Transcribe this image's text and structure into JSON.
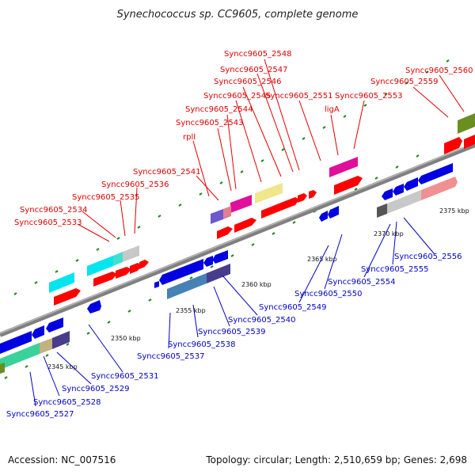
{
  "title": "Synechococcus sp. CC9605, complete genome",
  "footer": {
    "accession": "Accession: NC_007516",
    "info": "Topology: circular; Length: 2,510,659 bp; Genes: 2,698"
  },
  "colors": {
    "forward": "#ff0000",
    "reverse": "#0000e0",
    "axis": "#808080",
    "ticks": "#1a8a1a",
    "label_top": "#e00000",
    "label_bottom": "#0000c8"
  },
  "scale_labels": [
    "2345 kbp",
    "2350 kbp",
    "2355 kbp",
    "2360 kbp",
    "2365 kbp",
    "2370 kbp",
    "2375 kbp"
  ],
  "top_labels": [
    "Syncc9605_2533",
    "Syncc9605_2534",
    "Syncc9605_2535",
    "Syncc9605_2536",
    "Syncc9605_2541",
    "rplI",
    "Syncc9605_2543",
    "Syncc9605_2544",
    "Syncc9605_2545",
    "Syncc9605_2546",
    "Syncc9605_2547",
    "Syncc9605_2548",
    "Syncc9605_2551",
    "ligA",
    "Syncc9605_2553",
    "Syncc9605_2559",
    "Syncc9605_2560"
  ],
  "bottom_labels": [
    "Syncc9605_2527",
    "Syncc9605_2528",
    "Syncc9605_2529",
    "Syncc9605_2531",
    "Syncc9605_2537",
    "Syncc9605_2538",
    "Syncc9605_2539",
    "Syncc9605_2540",
    "Syncc9605_2549",
    "Syncc9605_2550",
    "Syncc9605_2554",
    "Syncc9605_2555",
    "Syncc9605_2556"
  ]
}
